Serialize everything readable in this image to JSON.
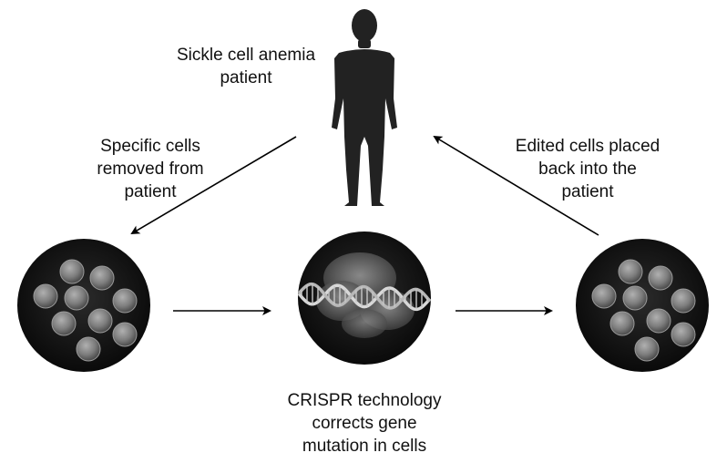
{
  "diagram": {
    "patient_label": [
      "Sickle cell anemia",
      "patient"
    ],
    "removed_label": [
      "Specific cells",
      "removed from",
      "patient"
    ],
    "placed_back_label": [
      "Edited cells placed",
      "back into the",
      "patient"
    ],
    "crispr_label": [
      "CRISPR technology",
      "corrects gene",
      "mutation in cells"
    ]
  },
  "colors": {
    "silhouette": "#222222",
    "dish": "#111111",
    "cell": "#8a8a8a",
    "arrow": "#000000",
    "text": "#111111"
  },
  "icons": {
    "patient": "human-silhouette-icon",
    "dish": "cell-dish-icon",
    "crispr": "dna-helix-icon"
  }
}
